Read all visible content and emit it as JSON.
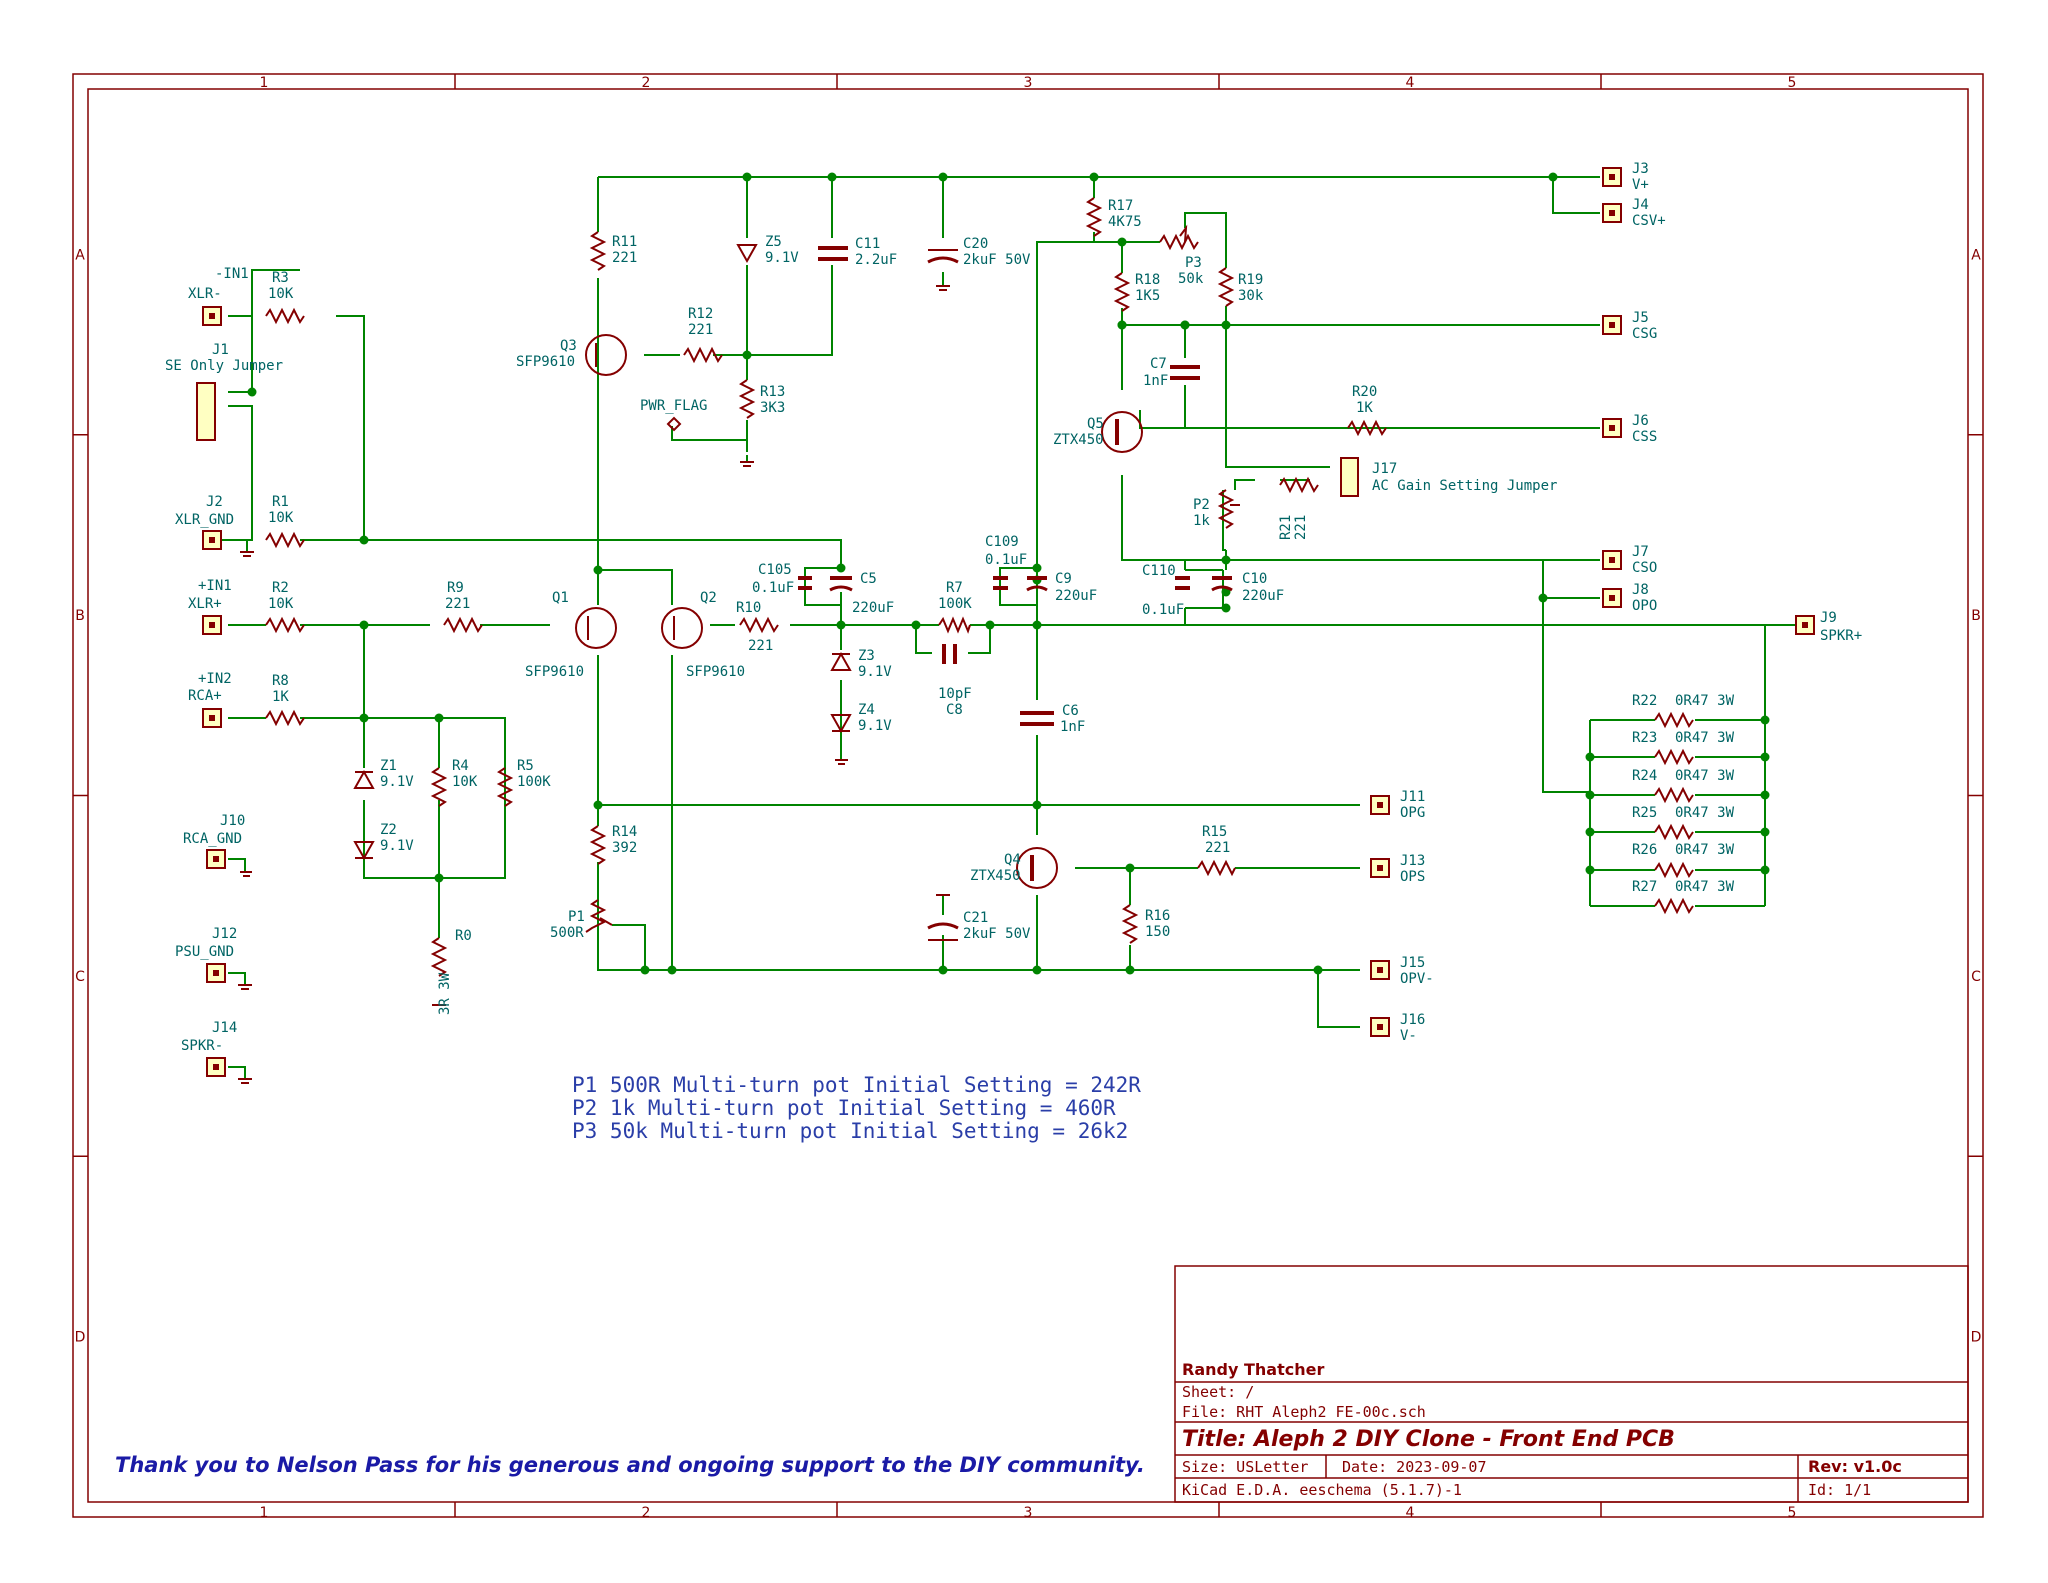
{
  "frame": {
    "columns": [
      "1",
      "2",
      "3",
      "4",
      "5"
    ],
    "rows": [
      "A",
      "B",
      "C",
      "D"
    ]
  },
  "labels": [
    {
      "id": "xlr_minus",
      "ref": "-IN1",
      "name": "XLR-"
    },
    {
      "id": "r3",
      "ref": "R3",
      "value": "10K"
    },
    {
      "id": "j1",
      "ref": "J1",
      "value": "SE Only Jumper"
    },
    {
      "id": "j2",
      "ref": "J2",
      "value": "XLR_GND"
    },
    {
      "id": "r1",
      "ref": "R1",
      "value": "10K"
    },
    {
      "id": "in1",
      "ref": "+IN1",
      "value": "XLR+"
    },
    {
      "id": "r2",
      "ref": "R2",
      "value": "10K"
    },
    {
      "id": "r9",
      "ref": "R9",
      "value": "221"
    },
    {
      "id": "in2",
      "ref": "+IN2",
      "value": "RCA+"
    },
    {
      "id": "r8",
      "ref": "R8",
      "value": "1K"
    },
    {
      "id": "z1",
      "ref": "Z1",
      "value": "9.1V"
    },
    {
      "id": "z2",
      "ref": "Z2",
      "value": "9.1V"
    },
    {
      "id": "r4",
      "ref": "R4",
      "value": "10K"
    },
    {
      "id": "r5",
      "ref": "R5",
      "value": "100K"
    },
    {
      "id": "r0",
      "ref": "R0",
      "value": "3R 3W"
    },
    {
      "id": "j10",
      "ref": "J10",
      "value": "RCA_GND"
    },
    {
      "id": "j12",
      "ref": "J12",
      "value": "PSU_GND"
    },
    {
      "id": "j14",
      "ref": "J14",
      "value": "SPKR-"
    },
    {
      "id": "r11",
      "ref": "R11",
      "value": "221"
    },
    {
      "id": "q3",
      "ref": "Q3",
      "value": "SFP9610"
    },
    {
      "id": "r12",
      "ref": "R12",
      "value": "221"
    },
    {
      "id": "z5",
      "ref": "Z5",
      "value": "9.1V"
    },
    {
      "id": "c11",
      "ref": "C11",
      "value": "2.2uF"
    },
    {
      "id": "r13",
      "ref": "R13",
      "value": "3K3"
    },
    {
      "id": "pwrflag",
      "ref": "PWR_FLAG",
      "value": ""
    },
    {
      "id": "c20",
      "ref": "C20",
      "value": "2kuF 50V"
    },
    {
      "id": "q1",
      "ref": "Q1",
      "value": "SFP9610"
    },
    {
      "id": "q2",
      "ref": "Q2",
      "value": "SFP9610"
    },
    {
      "id": "r10",
      "ref": "R10",
      "value": "221"
    },
    {
      "id": "c105",
      "ref": "C105",
      "value": "0.1uF"
    },
    {
      "id": "c5",
      "ref": "C5",
      "value": "220uF"
    },
    {
      "id": "z3",
      "ref": "Z3",
      "value": "9.1V"
    },
    {
      "id": "z4",
      "ref": "Z4",
      "value": "9.1V"
    },
    {
      "id": "r7",
      "ref": "R7",
      "value": "100K"
    },
    {
      "id": "c8",
      "ref": "C8",
      "value": "10pF"
    },
    {
      "id": "c109",
      "ref": "C109",
      "value": "0.1uF"
    },
    {
      "id": "c9",
      "ref": "C9",
      "value": "220uF"
    },
    {
      "id": "c6",
      "ref": "C6",
      "value": "1nF"
    },
    {
      "id": "r14",
      "ref": "R14",
      "value": "392"
    },
    {
      "id": "p1",
      "ref": "P1",
      "value": "500R"
    },
    {
      "id": "c21",
      "ref": "C21",
      "value": "2kuF 50V"
    },
    {
      "id": "q4",
      "ref": "Q4",
      "value": "ZTX450"
    },
    {
      "id": "r15",
      "ref": "R15",
      "value": "221"
    },
    {
      "id": "r16",
      "ref": "R16",
      "value": "150"
    },
    {
      "id": "r17",
      "ref": "R17",
      "value": "4K75"
    },
    {
      "id": "r18",
      "ref": "R18",
      "value": "1K5"
    },
    {
      "id": "p3",
      "ref": "P3",
      "value": "50k"
    },
    {
      "id": "r19",
      "ref": "R19",
      "value": "30k"
    },
    {
      "id": "c7",
      "ref": "C7",
      "value": "1nF"
    },
    {
      "id": "q5",
      "ref": "Q5",
      "value": "ZTX450"
    },
    {
      "id": "r20",
      "ref": "R20",
      "value": "1K"
    },
    {
      "id": "j17",
      "ref": "J17",
      "value": "AC Gain Setting Jumper"
    },
    {
      "id": "p2",
      "ref": "P2",
      "value": "1k"
    },
    {
      "id": "r21",
      "ref": "R21",
      "value": "221"
    },
    {
      "id": "c110",
      "ref": "C110",
      "value": "0.1uF"
    },
    {
      "id": "c10",
      "ref": "C10",
      "value": "220uF"
    },
    {
      "id": "j3",
      "ref": "J3",
      "value": "V+"
    },
    {
      "id": "j4",
      "ref": "J4",
      "value": "CSV+"
    },
    {
      "id": "j5",
      "ref": "J5",
      "value": "CSG"
    },
    {
      "id": "j6",
      "ref": "J6",
      "value": "CSS"
    },
    {
      "id": "j7",
      "ref": "J7",
      "value": "CSO"
    },
    {
      "id": "j8",
      "ref": "J8",
      "value": "OPO"
    },
    {
      "id": "j9",
      "ref": "J9",
      "value": "SPKR+"
    },
    {
      "id": "j11",
      "ref": "J11",
      "value": "OPG"
    },
    {
      "id": "j13",
      "ref": "J13",
      "value": "OPS"
    },
    {
      "id": "j15",
      "ref": "J15",
      "value": "OPV-"
    },
    {
      "id": "j16",
      "ref": "J16",
      "value": "V-"
    },
    {
      "id": "r22",
      "ref": "R22",
      "value": "0R47 3W"
    },
    {
      "id": "r23",
      "ref": "R23",
      "value": "0R47 3W"
    },
    {
      "id": "r24",
      "ref": "R24",
      "value": "0R47 3W"
    },
    {
      "id": "r25",
      "ref": "R25",
      "value": "0R47 3W"
    },
    {
      "id": "r26",
      "ref": "R26",
      "value": "0R47 3W"
    },
    {
      "id": "r27",
      "ref": "R27",
      "value": "0R47 3W"
    }
  ],
  "notes": [
    "P1  500R Multi-turn pot    Initial Setting = 242R",
    "P2  1k Multi-turn pot    Initial Setting = 460R",
    "P3  50k Multi-turn pot    Initial Setting = 26k2"
  ],
  "thanks": "Thank you to Nelson Pass for his generous and ongoing support to the DIY community.",
  "title_block": {
    "author": "Randy Thatcher",
    "sheet": "Sheet: /",
    "file": "File: RHT Aleph2 FE-00c.sch",
    "title": "Title: Aleph 2 DIY Clone - Front End PCB",
    "size": "Size: USLetter",
    "date": "Date: 2023-09-07",
    "tool": "KiCad E.D.A.  eeschema (5.1.7)-1",
    "rev": "Rev: v1.0c",
    "id": "Id: 1/1"
  },
  "colors": {
    "wire": "#008400",
    "component": "#840000",
    "label": "#006464",
    "note": "#2a3ea8"
  }
}
